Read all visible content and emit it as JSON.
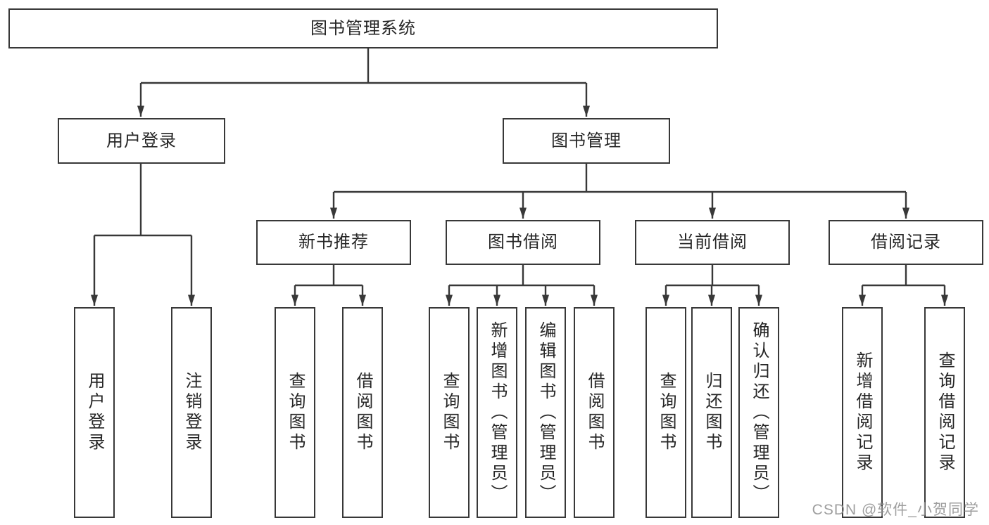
{
  "title": "图书管理系统",
  "colors": {
    "line": "#383838",
    "text": "#262626",
    "background": "#ffffff",
    "watermark": "#949494"
  },
  "watermark": "CSDN @软件_小贺同学",
  "tree": {
    "root": "图书管理系统",
    "branches": [
      {
        "label": "用户登录",
        "children": [
          "用户登录",
          "注销登录"
        ]
      },
      {
        "label": "图书管理",
        "sections": [
          {
            "label": "新书推荐",
            "children": [
              "查询图书",
              "借阅图书"
            ]
          },
          {
            "label": "图书借阅",
            "children": [
              "查询图书",
              "新增图书（管理员）",
              "编辑图书（管理员）",
              "借阅图书"
            ]
          },
          {
            "label": "当前借阅",
            "children": [
              "查询图书",
              "归还图书",
              "确认归还（管理员）"
            ]
          },
          {
            "label": "借阅记录",
            "children": [
              "新增借阅记录",
              "查询借阅记录"
            ]
          }
        ]
      }
    ]
  }
}
